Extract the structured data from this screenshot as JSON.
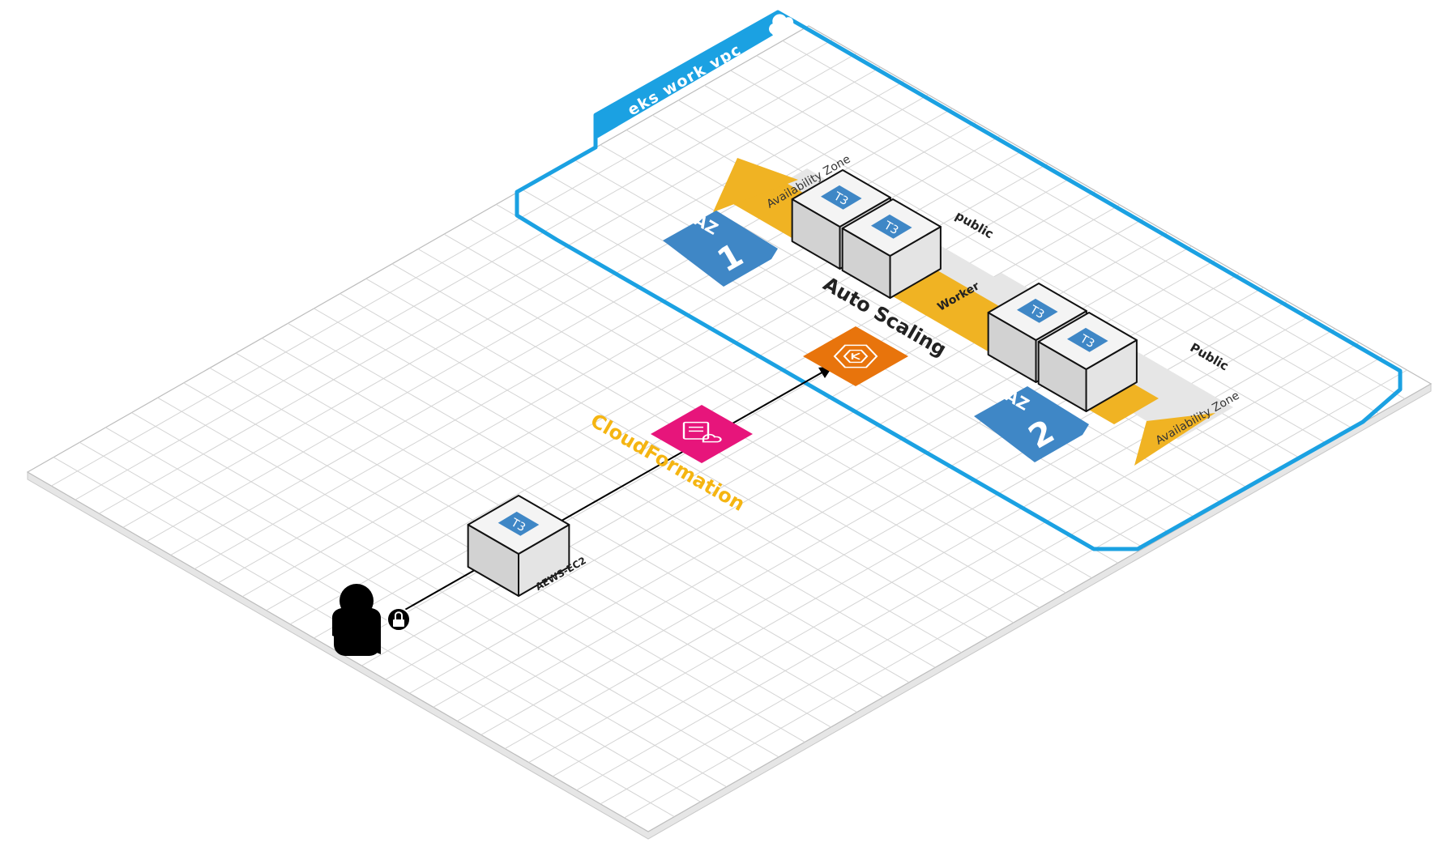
{
  "vpc": {
    "label": "eks work vpc",
    "icon": "cloud-icon",
    "color": "#1ba1e2"
  },
  "availability_zones": [
    {
      "badge_prefix": "AZ",
      "badge_number": "1",
      "zone_label": "Availability Zone",
      "subnet_label": "public"
    },
    {
      "badge_prefix": "AZ",
      "badge_number": "2",
      "zone_label": "Availability Zone",
      "subnet_label": "Public"
    }
  ],
  "auto_scaling": {
    "label": "Auto Scaling",
    "group_label": "Worker",
    "color": "#f0b323"
  },
  "instances": {
    "type_label": "T3"
  },
  "bastion": {
    "label": "AEWS-EC2",
    "type_label": "T3"
  },
  "cloudformation": {
    "label": "CloudFormation",
    "icon": "cloudformation-icon",
    "color": "#e7157b",
    "label_color": "#f5b512"
  },
  "eks": {
    "icon": "eks-icon",
    "color": "#e8740c"
  },
  "user": {
    "icon": "user-icon",
    "lock_icon": "lock-icon"
  },
  "colors": {
    "badge": "#3f87c6",
    "grid_line": "#d4d4d4",
    "box_top": "#f4f4f4",
    "box_left": "#d2d2d2",
    "box_right": "#e4e4e4"
  }
}
